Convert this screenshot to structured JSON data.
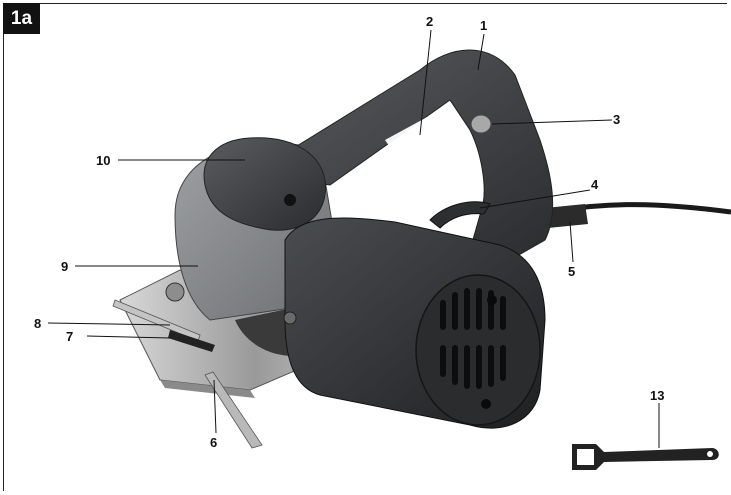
{
  "figure_label": "1a",
  "callouts": {
    "c1": "1",
    "c2": "2",
    "c3": "3",
    "c4": "4",
    "c5": "5",
    "c6": "6",
    "c7": "7",
    "c8": "8",
    "c9": "9",
    "c10": "10",
    "c13": "13"
  }
}
